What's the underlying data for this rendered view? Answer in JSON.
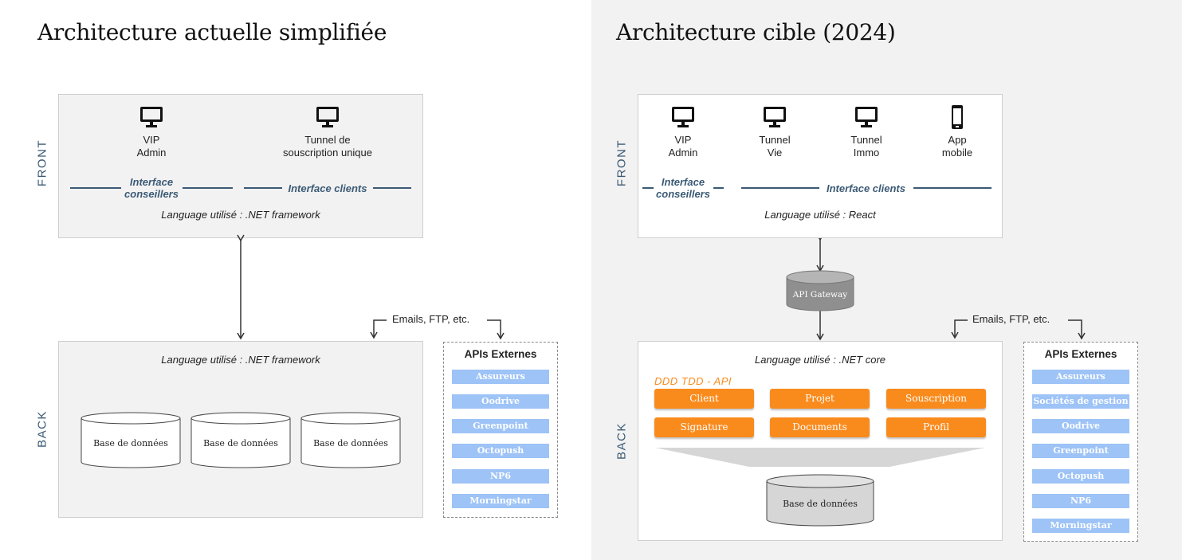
{
  "left": {
    "title": "Architecture actuelle simplifiée",
    "front_label": "FRONT",
    "back_label": "BACK",
    "devices": [
      {
        "line1": "VIP",
        "line2": "Admin"
      },
      {
        "line1": "Tunnel de",
        "line2": "souscription unique"
      }
    ],
    "iface_conseillers_1": "Interface",
    "iface_conseillers_2": "conseillers",
    "iface_clients": "Interface clients",
    "front_language": "Language utilisé : .NET framework",
    "back_language": "Language utilisé : .NET framework",
    "databases": [
      "Base de données",
      "Base de données",
      "Base de données"
    ],
    "emails": "Emails, FTP, etc.",
    "apis_title": "APIs Externes",
    "apis": [
      "Assureurs",
      "Oodrive",
      "Greenpoint",
      "Octopush",
      "NP6",
      "Morningstar"
    ]
  },
  "right": {
    "title": "Architecture cible (2024)",
    "front_label": "FRONT",
    "back_label": "BACK",
    "devices": [
      {
        "line1": "VIP",
        "line2": "Admin"
      },
      {
        "line1": "Tunnel",
        "line2": "Vie"
      },
      {
        "line1": "Tunnel",
        "line2": "Immo"
      },
      {
        "line1": "App",
        "line2": "mobile"
      }
    ],
    "iface_conseillers_1": "Interface",
    "iface_conseillers_2": "conseillers",
    "iface_clients": "Interface clients",
    "front_language": "Language utilisé : React",
    "gateway": "API Gateway",
    "back_language": "Language utilisé : .NET core",
    "ddd": "DDD TDD - API",
    "modules": [
      "Client",
      "Projet",
      "Souscription",
      "Signature",
      "Documents",
      "Profil"
    ],
    "database": "Base de données",
    "emails": "Emails, FTP, etc.",
    "apis_title": "APIs Externes",
    "apis": [
      "Assureurs",
      "Sociétés de gestion",
      "Oodrive",
      "Greenpoint",
      "Octopush",
      "NP6",
      "Morningstar"
    ]
  },
  "colors": {
    "accent_blue": "#3b5a75",
    "api_blue": "#9dc3f7",
    "orange": "#f98b1d",
    "panel_grey": "#f2f2f2"
  }
}
